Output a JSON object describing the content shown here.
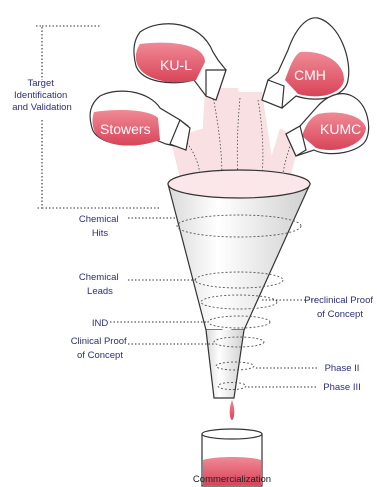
{
  "flasks": [
    {
      "label": "KU-L"
    },
    {
      "label": "CMH"
    },
    {
      "label": "Stowers"
    },
    {
      "label": "KUMC"
    }
  ],
  "bracket_label": [
    "Target",
    "Identification",
    "and Validation"
  ],
  "left_stages": [
    {
      "lines": [
        "Chemical",
        "Hits"
      ]
    },
    {
      "lines": [
        "Chemical",
        "Leads"
      ]
    },
    {
      "lines": [
        "IND"
      ]
    },
    {
      "lines": [
        "Clinical Proof",
        "of Concept"
      ]
    }
  ],
  "right_stages": [
    {
      "lines": [
        "Preclinical Proof",
        "of Concept"
      ]
    },
    {
      "lines": [
        "Phase II"
      ]
    },
    {
      "lines": [
        "Phase III"
      ]
    }
  ],
  "bottom_label": "Commercialization",
  "colors": {
    "liquid": "#e05a6a",
    "stream": "#f4c7cd",
    "text": "#2b2f7a",
    "dotted": "#333333"
  }
}
